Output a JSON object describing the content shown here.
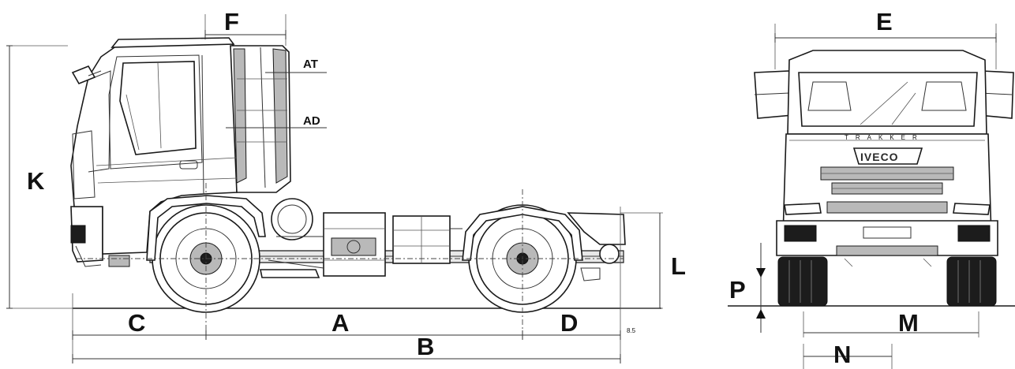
{
  "dimension_labels": {
    "A": "A",
    "B": "B",
    "C": "C",
    "D": "D",
    "E": "E",
    "F": "F",
    "K": "K",
    "L": "L",
    "M": "M",
    "N": "N",
    "P": "P"
  },
  "callouts": {
    "at": "AT",
    "ad": "AD"
  },
  "small_note": "8.5",
  "brand": "IVECO",
  "model": "TRAKKER"
}
